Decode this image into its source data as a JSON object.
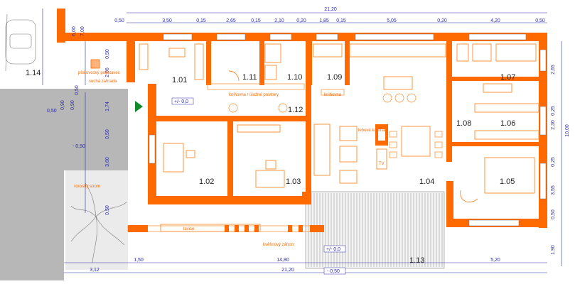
{
  "top_dims": {
    "total": "21,20",
    "segments": [
      "0,50",
      "3,50",
      "0,15",
      "2,65",
      "0,15",
      "2,10",
      "0,20",
      "1,85",
      "0,15",
      "5,05",
      "0,20",
      "4,20",
      "0,50"
    ]
  },
  "left_dims": [
    "6,00",
    "7,00",
    "0,50",
    "2,06",
    "0,50",
    "0,90",
    "0,90",
    "1,74",
    "0,50",
    "0,50",
    "3,60",
    "0,50",
    "- 0,50"
  ],
  "right_dims": [
    "2,65",
    "0,25",
    "2,30",
    "10,00",
    "0,25",
    "3,55",
    "0,50",
    "1,90"
  ],
  "bottom_dims": {
    "row1": [
      "1,50",
      "14,80",
      "5,20"
    ],
    "row2": [
      "3,12",
      "21,20"
    ]
  },
  "rooms": {
    "r101": "1.01",
    "r102": "1.02",
    "r103": "1.03",
    "r104": "1.04",
    "r105": "1.05",
    "r106": "1.06",
    "r107": "1.07",
    "r108": "1.08",
    "r109": "1.09",
    "r110": "1.10",
    "r111": "1.11",
    "r112": "1.12",
    "r113": "1.13",
    "r114": "1.14"
  },
  "notes": {
    "gravel": "pískovcový podstavec",
    "dry_garden": "suchá zahrada",
    "library_storage": "knihovna / úložné prostory",
    "library": "knihovna",
    "stove": "lebové kamna",
    "tv": "TV",
    "bench": "lavice",
    "flower_bed": "květinový záhon",
    "tree": "vzrostlý strom",
    "level_entry": "+/- 0,0",
    "level_terrace": "+/- 0,0",
    "level_bottom": "- 0,50"
  },
  "colors": {
    "wall": "#ff6a00",
    "dimension": "#2a2aa8",
    "paving": "#b7b7b7"
  },
  "icons": {
    "entry": "entry-arrow-icon"
  }
}
